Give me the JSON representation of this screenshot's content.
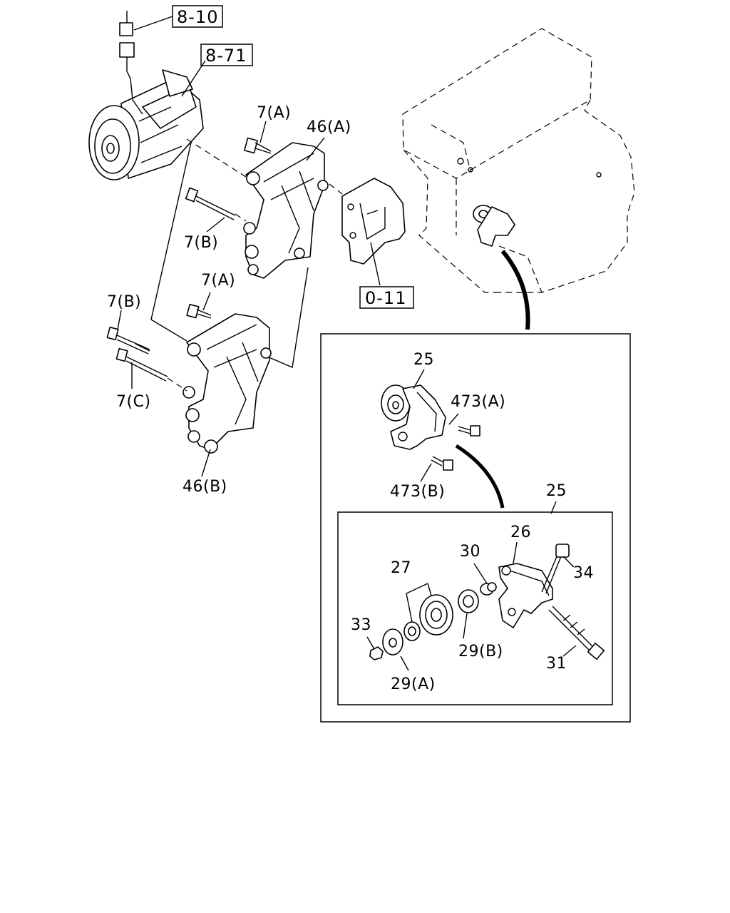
{
  "ref_boxes": {
    "r1": "8-10",
    "r2": "8-71",
    "r3": "0-11"
  },
  "labels": {
    "bolt_7a_upper": "7(A)",
    "bracket_46a": "46(A)",
    "bolt_7b_upper": "7(B)",
    "bolt_7a_lower": "7(A)",
    "bolt_7b_lower": "7(B)",
    "bolt_7c": "7(C)",
    "bracket_46b": "46(B)",
    "tensioner_25": "25",
    "bolt_473a": "473(A)",
    "bolt_473b": "473(B)",
    "tensioner_25_detail": "25",
    "part_26": "26",
    "part_30": "30",
    "part_34": "34",
    "part_27": "27",
    "part_33": "33",
    "part_29b": "29(B)",
    "part_31": "31",
    "part_29a": "29(A)"
  }
}
